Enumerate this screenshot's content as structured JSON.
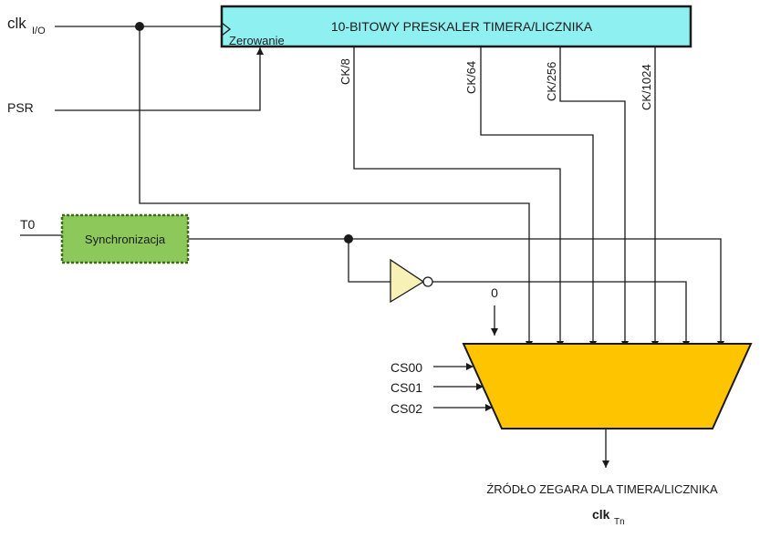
{
  "signals": {
    "clk_io_main": "clk",
    "clk_io_sub": "I/O",
    "psr": "PSR",
    "t0": "T0",
    "zero": "0",
    "cs00": "CS00",
    "cs01": "CS01",
    "cs02": "CS02",
    "clk_tn_main": "clk",
    "clk_tn_sub": "Tn"
  },
  "prescaler": {
    "title": "10-BITOWY PRESKALER TIMERA/LICZNIKA",
    "reset_label": "Zerowanie",
    "outputs": [
      "CK/8",
      "CK/64",
      "CK/256",
      "CK/1024"
    ]
  },
  "sync_block": {
    "label": "Synchronizacja"
  },
  "output_label": "ŹRÓDŁO ZEGARA DLA TIMERA/LICZNIKA",
  "colors": {
    "prescaler_fill": "#8ff0f2",
    "sync_fill": "#8dc95a",
    "sync_border": "#3f6b1e",
    "mux_fill": "#ffc400",
    "inverter_fill": "#f7f1b8",
    "wire": "#1a1a1a"
  }
}
